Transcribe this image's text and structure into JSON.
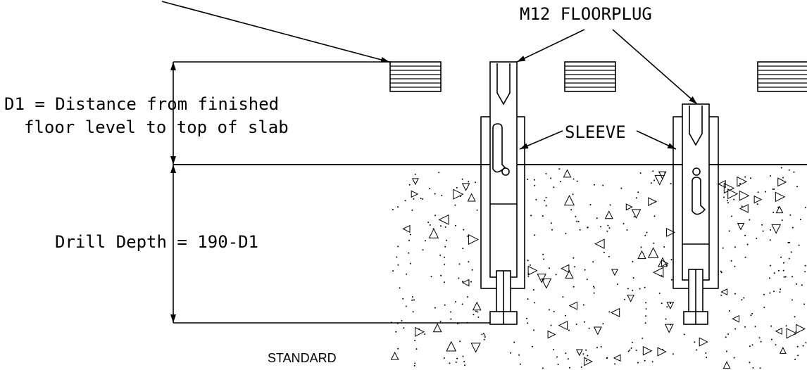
{
  "labels": {
    "floorplug": "M12 FLOORPLUG",
    "d1_line1": "D1 = Distance from finished",
    "d1_line2": "floor level to top of slab",
    "sleeve": "SLEEVE",
    "drill_depth": "Drill Depth = 190-D1",
    "standard": "STANDARD"
  },
  "colors": {
    "line": "#000000",
    "background": "#ffffff"
  }
}
